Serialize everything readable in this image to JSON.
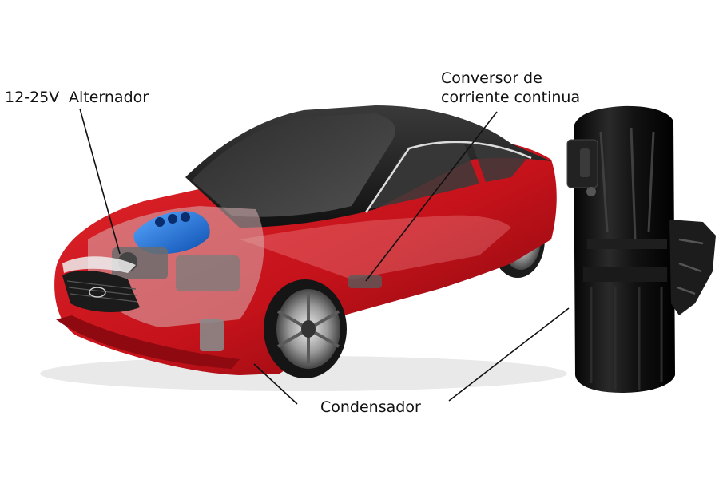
{
  "labels": {
    "voltage": "12-25V",
    "alternator": "Alternador",
    "dc_converter_line1": "Conversor de",
    "dc_converter_line2": "corriente continua",
    "condenser": "Condensador"
  },
  "colors": {
    "body_red": "#c5121b",
    "body_dark_red": "#7d070c",
    "engine_blue": "#1f6fd6",
    "component_black": "#151515",
    "leader_line": "#111111"
  }
}
